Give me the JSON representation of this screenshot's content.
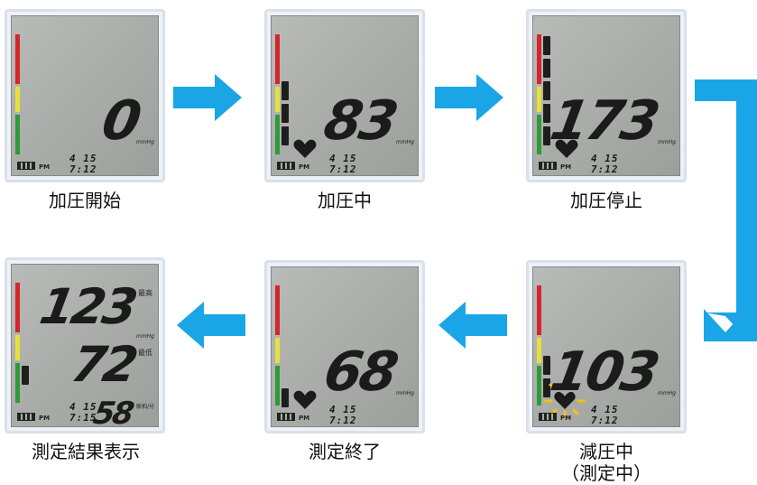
{
  "unit": "mmHg",
  "pm": "PM",
  "label_high": "最高",
  "label_low": "最低",
  "label_pulse": "脈拍/分",
  "colors": {
    "arrow": "#1aa6e6",
    "red": "#d4262b",
    "yellow": "#e8e03a",
    "green": "#2f9a38"
  },
  "steps": [
    {
      "label": "加圧開始",
      "value": "0",
      "date": "4 15",
      "time": "7:12"
    },
    {
      "label": "加圧中",
      "value": "83",
      "date": "4 15",
      "time": "7:12"
    },
    {
      "label": "加圧停止",
      "value": "173",
      "date": "4 15",
      "time": "7:12"
    },
    {
      "label": "減圧中",
      "label2": "（測定中）",
      "value": "103",
      "date": "4 15",
      "time": "7:12"
    },
    {
      "label": "測定終了",
      "value": "68",
      "date": "4 15",
      "time": "7:12"
    },
    {
      "label": "測定結果表示",
      "systolic": "123",
      "diastolic": "72",
      "pulse": "58",
      "date": "4 15",
      "time": "7:15"
    }
  ]
}
